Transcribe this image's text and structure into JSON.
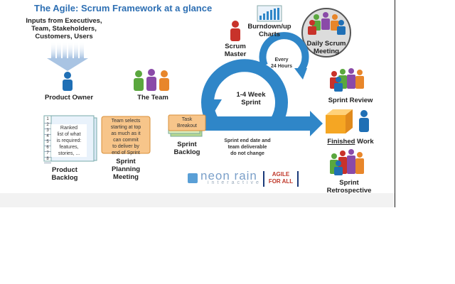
{
  "title": "The Agile: Scrum Framework at a glance",
  "inputs": {
    "line1": "Inputs from Executives,",
    "line2": "Team, Stakeholders,",
    "line3": "Customers, Users"
  },
  "roles": {
    "product_owner": "Product Owner",
    "the_team": "The Team",
    "scrum_master_1": "Scrum",
    "scrum_master_2": "Master"
  },
  "charts": {
    "line1": "Burndown/up",
    "line2": "Charts"
  },
  "daily": {
    "line1": "Daily Scrum",
    "line2": "Meeting"
  },
  "every": {
    "line1": "Every",
    "line2": "24 Hours"
  },
  "sprint_loop": {
    "line1": "1-4 Week",
    "line2": "Sprint"
  },
  "product_backlog": {
    "numbers": [
      "1",
      "2",
      "3",
      "4",
      "5",
      "6",
      "7",
      "8"
    ],
    "note": [
      "Ranked",
      "list of what",
      "is required:",
      "features,",
      "stories, ..."
    ],
    "label1": "Product",
    "label2": "Backlog"
  },
  "planning": {
    "note": [
      "Team selects",
      "starting at top",
      "as much as it",
      "can commit",
      "to deliver by",
      "end of Sprint"
    ],
    "label1": "Sprint",
    "label2": "Planning",
    "label3": "Meeting"
  },
  "sprint_backlog": {
    "task1": "Task",
    "task2": "Breakout",
    "label1": "Sprint",
    "label2": "Backlog"
  },
  "sprint_end": {
    "line1": "Sprint end date and",
    "line2": "team deliverable",
    "line3": "do not change"
  },
  "outcomes": {
    "review": "Sprint Review",
    "finished_a": "Finished",
    "finished_b": " Work",
    "retro1": "Sprint",
    "retro2": "Retrospective"
  },
  "logos": {
    "neon": "neon rain",
    "neon_sub": "interactive",
    "agile1": "AGILE",
    "agile2": "FOR ALL"
  },
  "colors": {
    "title": "#2d6fb3",
    "arrow": "#2f86c8",
    "person_blue": "#1f6fb5",
    "person_green": "#5aa73e",
    "person_purple": "#8a4aa8",
    "person_orange": "#e8862a",
    "person_red": "#c8322a",
    "box_orange": "#f5a623"
  }
}
